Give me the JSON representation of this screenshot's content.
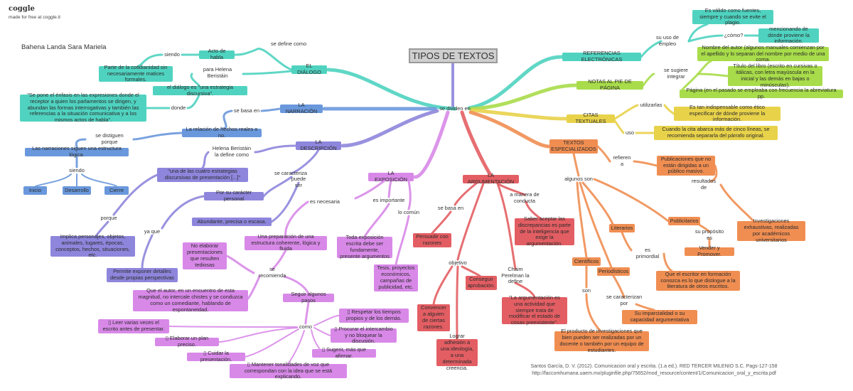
{
  "header": {
    "logo": "coggle",
    "made_for_free": "made for free at coggle.it",
    "author": "Bahena Landa Sara Mariela"
  },
  "colors": {
    "teal": "#4fd3c0",
    "teal_dark": "#2fbfb0",
    "blue": "#6a98dc",
    "purple": "#8e86dc",
    "violet": "#d889e8",
    "red": "#e35e63",
    "orange": "#f08e52",
    "yellow": "#e8d24a",
    "green": "#a8dc4a",
    "title_bg": "#cfcfcf",
    "center_line": "#8e86dc"
  },
  "center": {
    "title": "TIPOS DE TEXTOS",
    "divide": "se dividen en"
  },
  "dialogo": {
    "label": "EL DIÁLOGO",
    "se_define_como": "se define como",
    "acto": "Acto de habla",
    "siendo": "siendo",
    "cotidianidad": "Parte de la cotidianidad sin necesariamente matices formales.",
    "para_helena": "para Helena Beristáin",
    "estrategia": "el diálogo es \"una estrategia discursiva\".",
    "donde": "donde",
    "enfasis": "\"Se pone el énfasis en las expresiones donde el receptor a quien los parlamentos se dirigen, y abundan las formas interrogativas y también las referencias a la situación comunicativa y a los mismos actos de habla\"."
  },
  "narracion": {
    "label": "LA NARRACIÓN",
    "se_basa_en": "se basa en",
    "relacion": "La relación de hechos reales o no.",
    "se_distiguen": "se distiguen porque",
    "estructura": "Las narraciones siguen una estructura lógica.",
    "siendo": "siendo",
    "inicio": "Inicio",
    "desarrollo": "Desarrollo",
    "cierre": "Cierre"
  },
  "descripcion": {
    "label": "LA DESCRIPCIÓN",
    "helena": "Helena Beristáin la define como",
    "estrategias": "\"una de las cuatro estrategias discursivas de presentación [...]\"",
    "se_caracteriza": "se caracteriza",
    "puede_ser": "puede ser",
    "personal": "Por su carácter personal",
    "abundante": "Abundante, precisa o escasa.",
    "porque": "porque",
    "ya_que": "ya que",
    "implica": "Implica personajes, objetos, animales, lugares, épocas, conceptos, hechos, situaciones, etc.",
    "exponer": "Permite exponer detalles desde propias perspectivas"
  },
  "exposicion": {
    "label": "LA EXPOSICIÓN",
    "es_importante": "es importante",
    "lo_comun": "lo común",
    "es_necesaria": "es necesaria",
    "preparacion": "Una preparación de una estructura coherente, lógica y fluida",
    "toda": "Toda exposición escrita debe ser fundamente, presente argumentos",
    "tesis": "Tesis, proyectos económicos, campañas de publicidad, etc.",
    "no_elaborar": "No elaborar presentaciones que resulten tediosas",
    "se_recomienda": "se recomienda",
    "autor": "Que el autor, en un encuentro de esta magnitud, no intercale chistes y se conduzca como un comediante, hablando de espontaneidad.",
    "seguir": "Seguir algunos pasos",
    "como": "como",
    "pasos": [
      "▯ Leer varias veces el escrito antes de presentar.",
      "▯ Elaborar un plan preciso.",
      "▯ Cuidar la presentación.",
      "▯ Mantener tonalidades de voz que correspondan con la idea que se está explicando.",
      "▯ Respetar los tiempos propios y de los demás.",
      "▯ Procurar el intercambio y no bloquear la discusión.",
      "▯ Sugerir, más que afirmar."
    ]
  },
  "argumentacion": {
    "label": "LA ARGUMENTACIÓN",
    "se_basa_en": "se basa en",
    "persuadir": "Persuadir con razones",
    "a_manera": "a manera de conducta",
    "saber": "Saber aceptar las discrepancias es parte de la inteligencia que exige la argumentación.",
    "objetivo": "objetivo",
    "conseguir": "Conseguir aprobación.",
    "convencer": "Convencer a alguien de ciertas razones.",
    "lograr": "Lograr adhesión a una ideología, a una determinada creencia.",
    "chaim": "Chaim Perelman la define",
    "cita": "\"La argumentación es una actividad que siempre trata de modificar el estado de cosas preexistente\"."
  },
  "referencias": {
    "label": "REFERENCIAS ELECTRÓNICAS",
    "su_uso": "su uso de empleo",
    "valido": "Es válido como fuentes, siempre y cuando se evite el plagio.",
    "como": "¿cómo?",
    "mencionando": "mencionando de dónde proviene la información."
  },
  "notas": {
    "label": "NOTAS AL PIE DE PÁGINA",
    "se_sugiere": "se sugiere integrar",
    "nombre": "Nombre del autor (algunos manuales comienzan por el apellido y lo separan del nombre por medio de una coma.",
    "titulo": "Título del libro (escrito en cursivas o itálicas, con letra mayúscula en la inicial y las demás en bajas o minúsculas).",
    "pagina": "Página (en el pasado se empleaba con frecuencia la abreviatura pp."
  },
  "citas": {
    "label": "CITAS TEXTUALES",
    "utilizarlas": "utilizarlas",
    "indispensable": "Es tan indispensable como ético especificar de dónde proviene la información.",
    "uso": "uso",
    "cuando": "Cuando la cita abarca más de cinco líneas, se recomienda separarla del párrafo original."
  },
  "especializados": {
    "label": "TEXTOS ESPECIALIZADOS",
    "refieren": "refieren a",
    "publicaciones": "Publicaciones que no están dirigidas a un público masivo.",
    "algunos_son": "algunos son",
    "resultados": "resultados de",
    "publicitarios": "Publicitarios",
    "proposito": "su propósito es",
    "vender": "Vender y Promover.",
    "investigaciones": "Investigaciones exhaustivas, realizadas por académicos universitarios",
    "literarios": "Literarios",
    "primordial": "es primordial",
    "escritor": "Que el escritor en formación conozca es lo que distingue a la literatura de otros escritos.",
    "cientificos": "Científicos",
    "periodisticos": "Periodísticos",
    "son": "son",
    "caracterizan": "se caracterizan por",
    "imparcialidad": "Su imparcialidad o su capacidad argumentativa",
    "producto": "El producto de investigaciones que bien pueden ser realizadas por un docente o también por un equipo de estudiantes."
  },
  "citation": {
    "line1": "Santos García, D. V. (2012). Comunicacion oral y escrita. (1.a ed.). RED TERCER MILENIO S.C. Pags-127-158",
    "line2": "http://faccomhumana.uaem.mx/pluginfile.php/75652/mod_resource/content/1/Comunicacion_oral_y_escrita.pdf"
  }
}
